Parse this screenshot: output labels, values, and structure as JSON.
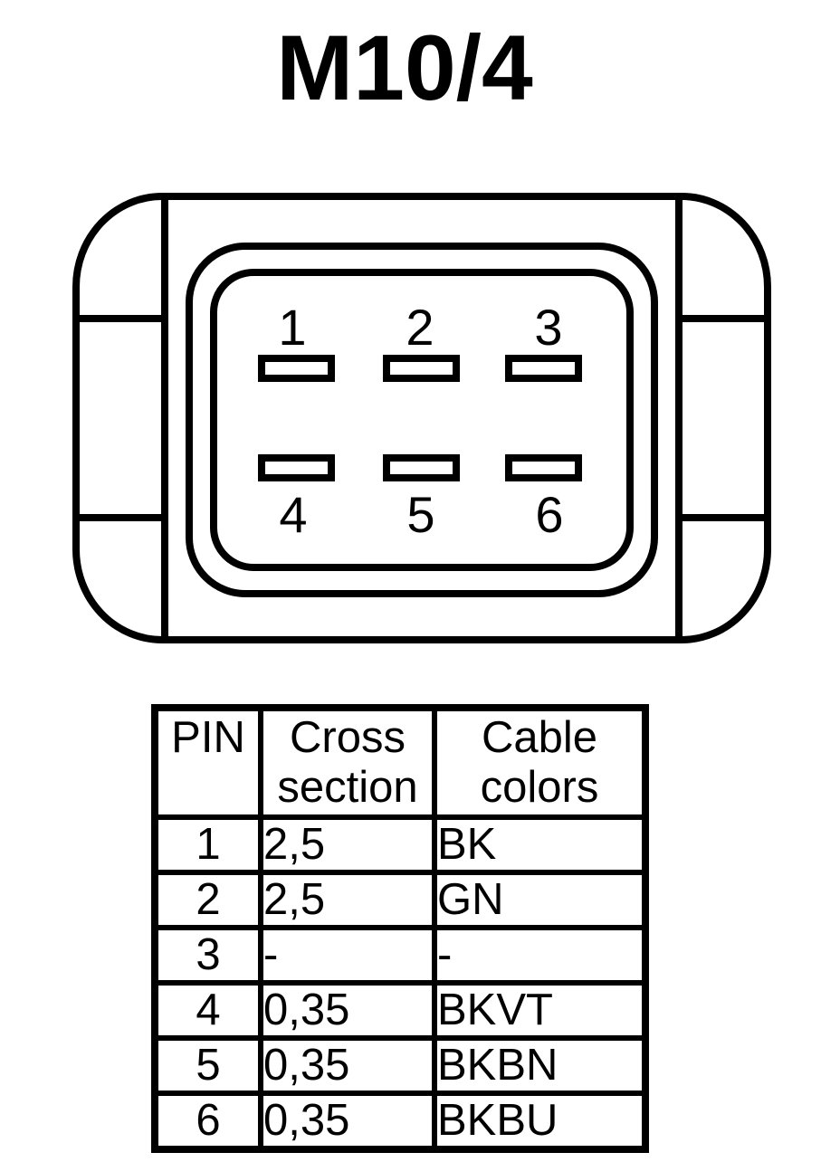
{
  "title": "M10/4",
  "colors": {
    "ink": "#000000",
    "background": "#ffffff"
  },
  "connector": {
    "pin_labels": [
      "1",
      "2",
      "3",
      "4",
      "5",
      "6"
    ]
  },
  "pinout_table": {
    "headers": [
      "PIN",
      "Cross section",
      "Cable colors"
    ],
    "rows": [
      {
        "pin": "1",
        "cross_section": "2,5",
        "cable_colors": "BK"
      },
      {
        "pin": "2",
        "cross_section": "2,5",
        "cable_colors": "GN"
      },
      {
        "pin": "3",
        "cross_section": "-",
        "cable_colors": "-"
      },
      {
        "pin": "4",
        "cross_section": "0,35",
        "cable_colors": "BKVT"
      },
      {
        "pin": "5",
        "cross_section": "0,35",
        "cable_colors": "BKBN"
      },
      {
        "pin": "6",
        "cross_section": "0,35",
        "cable_colors": "BKBU"
      }
    ]
  }
}
